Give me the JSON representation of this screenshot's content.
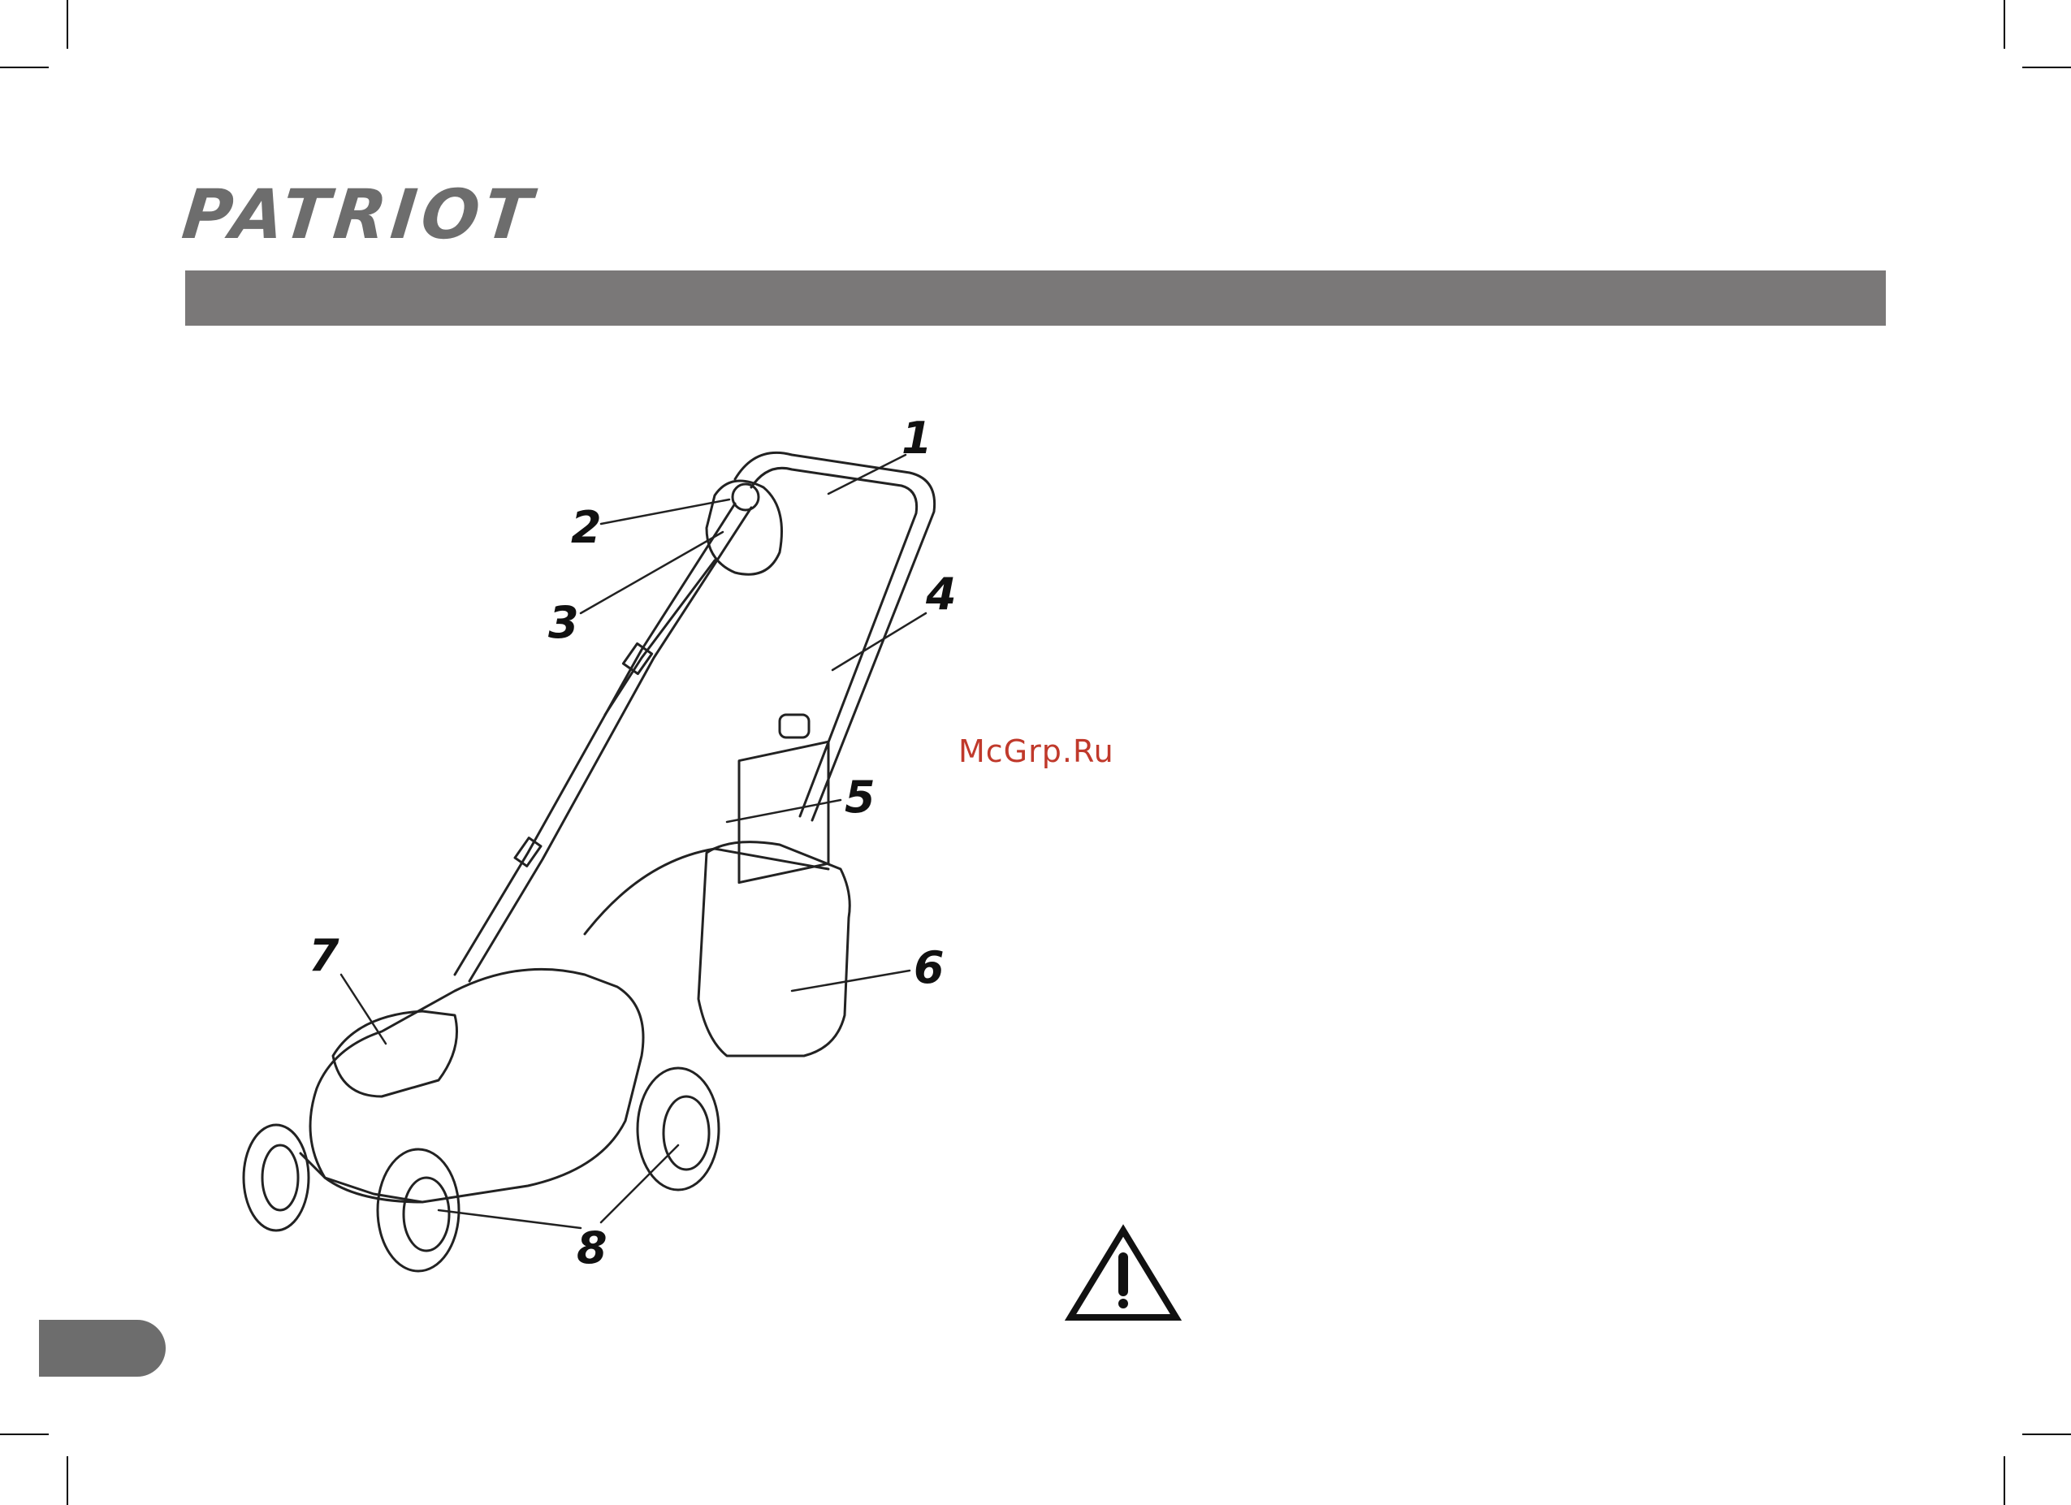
{
  "brand": {
    "logo_text": "PATRIOT"
  },
  "watermark": {
    "text": "McGrp.Ru"
  },
  "diagram": {
    "callouts": [
      "1",
      "2",
      "3",
      "4",
      "5",
      "6",
      "7",
      "8"
    ]
  },
  "icons": {
    "warning": "warning-triangle-icon"
  },
  "colors": {
    "header_bar": "#7a7878",
    "logo": "#6d6d6d",
    "watermark": "#c0392b",
    "page_tab": "#6d6d6d"
  }
}
